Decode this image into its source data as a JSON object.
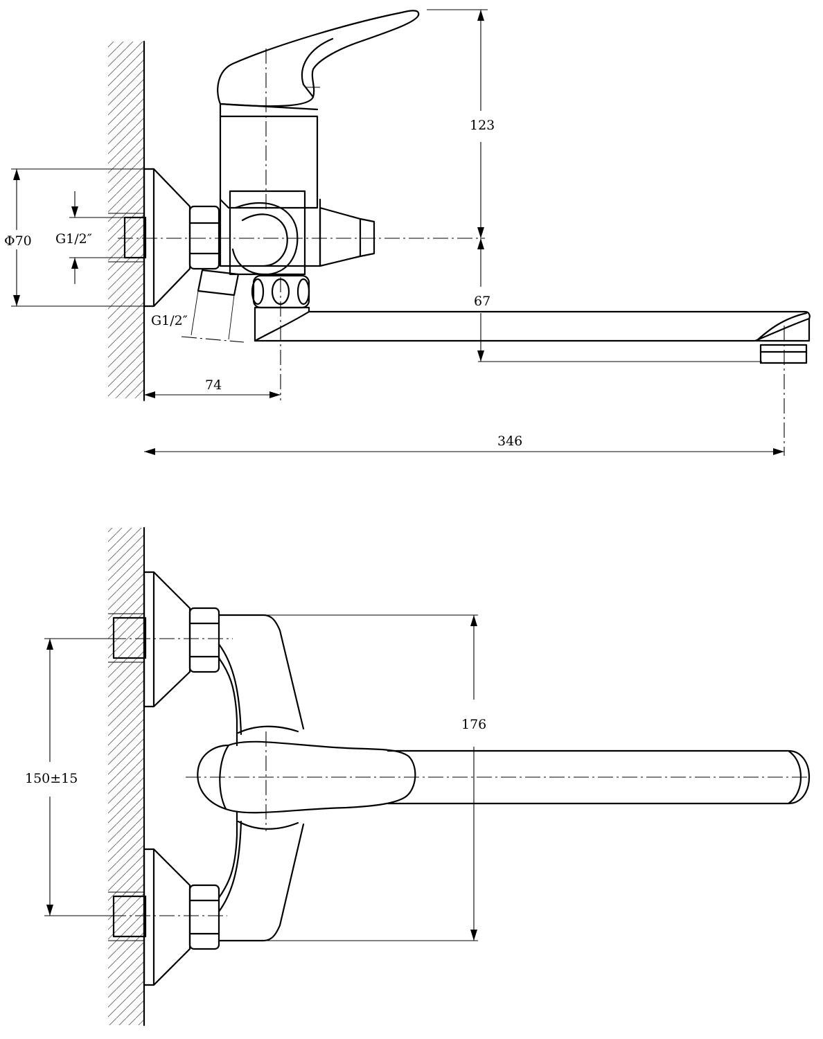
{
  "side_view": {
    "dimensions": {
      "body_height": "123",
      "flange_diameter": "Φ70",
      "inlet_thread": "G1/2″",
      "shower_outlet_thread": "G1/2″",
      "spout_height": "67",
      "wall_to_body": "74",
      "spout_reach": "346"
    }
  },
  "top_view": {
    "dimensions": {
      "inlet_spacing": "150±15",
      "body_width": "176"
    }
  }
}
